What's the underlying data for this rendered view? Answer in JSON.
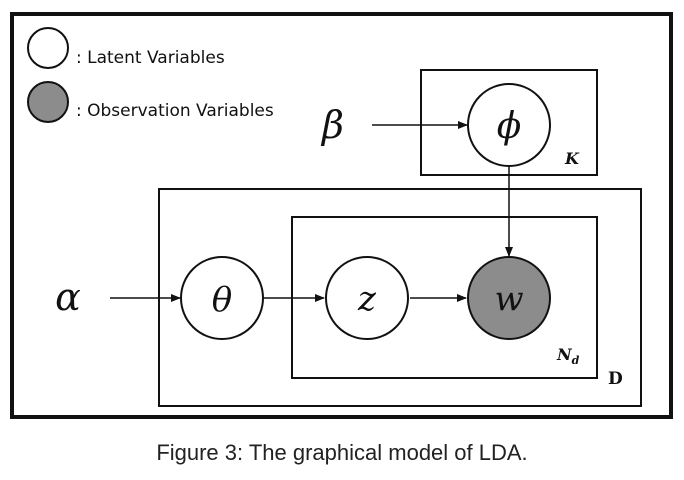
{
  "legend": {
    "latent_label": ": Latent Variables",
    "observed_label": ": Observation Variables"
  },
  "nodes": {
    "alpha": "α",
    "beta": "β",
    "theta": "θ",
    "z": "z",
    "w": "w",
    "phi": "ϕ"
  },
  "plates": {
    "K": "K",
    "D": "D",
    "Nd_main": "N",
    "Nd_sub": "d"
  },
  "caption": "Figure 3: The graphical model of LDA.",
  "colors": {
    "observed_fill": "#8c8c8c",
    "latent_fill": "#ffffff",
    "stroke": "#111111"
  }
}
